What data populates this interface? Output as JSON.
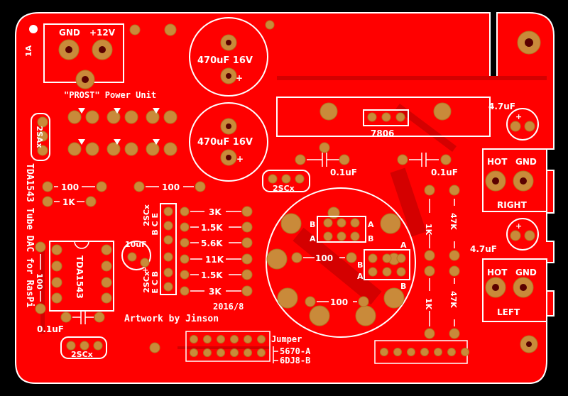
{
  "board": {
    "power": {
      "gnd_label": "GND",
      "v12_label": "+12V",
      "fuse_label": "1A",
      "unit_label": "\"PROST\" Power Unit"
    },
    "capacitors": {
      "c1_label": "470uF 16V",
      "c2_label": "470uF 16V",
      "c_out_top": "4.7uF",
      "c_out_bottom": "4.7uF",
      "c_small_1": "0.1uF",
      "c_small_2": "0.1uF",
      "c_small_3": "0.1uF",
      "c_10uf": "10uF",
      "plus": "+"
    },
    "regulator_label": "7806",
    "transistors": {
      "t1": "2SAx",
      "t2": "2SCx",
      "t3": "2SCx",
      "t4_vertical": "2SCx",
      "t4_pins_top": "B C E",
      "t4_pins_bottom": "E C B",
      "t4_side": "2SCx"
    },
    "chip_label": "TDA1543",
    "board_title": "TDA1543 Tube DAC for RasPi",
    "resistors": {
      "r_100a": "100",
      "r_1k": "1K",
      "r_100b": "100",
      "r_3k_a": "3K",
      "r_15k_a": "1.5K",
      "r_56k": "5.6K",
      "r_11k": "11K",
      "r_15k_b": "1.5K",
      "r_3k_b": "3K",
      "r_100_side": "100",
      "r_100_tube1": "100",
      "r_100_tube2": "100",
      "r_1k_right1": "1K",
      "r_1k_right2": "1K",
      "r_47k_1": "47K",
      "r_47k_2": "47K"
    },
    "tube_pins": {
      "a": "A",
      "b": "B"
    },
    "outputs": {
      "hot": "HOT",
      "gnd": "GND",
      "right": "RIGHT",
      "left": "LEFT"
    },
    "credits": {
      "date": "2016/8",
      "artwork": "Artwork by Jinson"
    },
    "jumper": {
      "title": "Jumper",
      "opt1": "5670-A",
      "opt2": "6DJ8-B"
    },
    "colors": {
      "board_red": "#ff0000",
      "copper_pad": "#c98a3a",
      "silkscreen": "#ffffff",
      "background": "#000000"
    }
  }
}
